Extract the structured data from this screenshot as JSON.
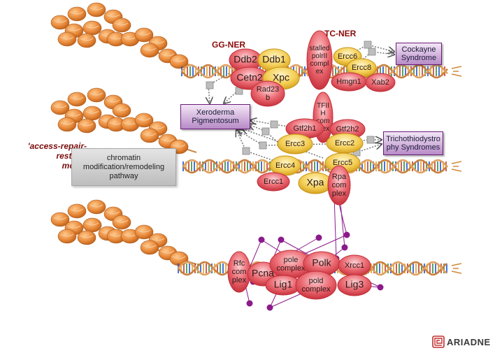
{
  "title": "Nucleotide Excision Repair - 'access-repair-restore' model",
  "labels": {
    "gg_ner": "GG-NER",
    "tc_ner": "TC-NER",
    "model_line1": "'access-repair-restore'",
    "model_line2": "model"
  },
  "pathway_box": {
    "line1": "chromatin",
    "line2": "modification/remodeling",
    "line3": "pathway"
  },
  "diseases": {
    "cockayne": {
      "line1": "Cockayne",
      "line2": "Syndrome"
    },
    "xeroderma": {
      "line1": "Xeroderma",
      "line2": "Pigmentosum"
    },
    "trichothiodystrophy": {
      "line1": "Trichothiodystro",
      "line2": "phy Syndromes"
    }
  },
  "proteins": {
    "ddb2": {
      "lines": [
        "Ddb2"
      ],
      "color": "red"
    },
    "ddb1": {
      "lines": [
        "Ddb1"
      ],
      "color": "yellow"
    },
    "cetn2": {
      "lines": [
        "Cetn2"
      ],
      "color": "red"
    },
    "xpc": {
      "lines": [
        "Xpc"
      ],
      "color": "yellow"
    },
    "rad23b": {
      "lines": [
        "Rad23",
        "b"
      ],
      "color": "red"
    },
    "stalled_polrii": {
      "lines": [
        "stalled",
        "polrII",
        "compl",
        "ex"
      ],
      "color": "red"
    },
    "ercc6": {
      "lines": [
        "Ercc6"
      ],
      "color": "yellow"
    },
    "ercc8": {
      "lines": [
        "Ercc8"
      ],
      "color": "yellow"
    },
    "hmgn1": {
      "lines": [
        "Hmgn1"
      ],
      "color": "red"
    },
    "xab2": {
      "lines": [
        "Xab2"
      ],
      "color": "red"
    },
    "tfiih": {
      "lines": [
        "TFII",
        "H",
        "com",
        "plex"
      ],
      "color": "red"
    },
    "gtf2h1": {
      "lines": [
        "Gtf2h1"
      ],
      "color": "red"
    },
    "gtf2h2": {
      "lines": [
        "Gtf2h2"
      ],
      "color": "red"
    },
    "ercc3": {
      "lines": [
        "Ercc3"
      ],
      "color": "yellow"
    },
    "ercc2": {
      "lines": [
        "Ercc2"
      ],
      "color": "yellow"
    },
    "ercc4": {
      "lines": [
        "Ercc4"
      ],
      "color": "yellow"
    },
    "ercc5": {
      "lines": [
        "Ercc5"
      ],
      "color": "yellow"
    },
    "ercc1": {
      "lines": [
        "Ercc1"
      ],
      "color": "red"
    },
    "xpa": {
      "lines": [
        "Xpa"
      ],
      "color": "yellow"
    },
    "rpa": {
      "lines": [
        "Rpa",
        "com",
        "plex"
      ],
      "color": "red"
    },
    "rfc": {
      "lines": [
        "Rfc",
        "com",
        "plex"
      ],
      "color": "red"
    },
    "pcna": {
      "lines": [
        "Pcna"
      ],
      "color": "red"
    },
    "pole": {
      "lines": [
        "pole",
        "complex"
      ],
      "color": "red"
    },
    "polk": {
      "lines": [
        "Polk"
      ],
      "color": "red"
    },
    "xrcc1": {
      "lines": [
        "Xrcc1"
      ],
      "color": "red"
    },
    "lig1": {
      "lines": [
        "Lig1"
      ],
      "color": "red"
    },
    "pold": {
      "lines": [
        "pold",
        "complex"
      ],
      "color": "red"
    },
    "lig3": {
      "lines": [
        "Lig3"
      ],
      "color": "red"
    }
  },
  "colors": {
    "protein_red": "#e8555e",
    "protein_yellow": "#f0c64a",
    "disease_purple": "#8e44ad",
    "nucleosome": "#e8893a",
    "connector_purple": "#8b1a8b",
    "label_dark_red": "#8b0b0b"
  },
  "logo": {
    "text": "ARIADNE"
  }
}
